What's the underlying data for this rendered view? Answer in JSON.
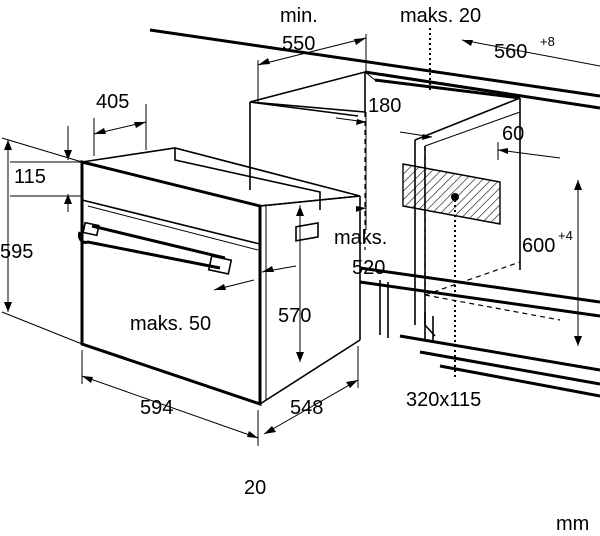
{
  "unit": "mm",
  "labels": {
    "min_label": "min.",
    "cabinet_depth": "550",
    "maks_top": "maks. 20",
    "niche_width": "560",
    "niche_width_tol": "+8",
    "oven_depth_upper": "405",
    "vent_depth": "180",
    "rear_gap": "60",
    "panel_height": "115",
    "niche_height": "600",
    "niche_height_tol": "+4",
    "oven_height": "595",
    "maks_520_a": "maks.",
    "maks_520_b": "520",
    "maks_50": "maks. 50",
    "inner_height": "570",
    "vent_cutout": "320x115",
    "oven_width": "594",
    "oven_depth": "548",
    "front_offset": "20"
  }
}
